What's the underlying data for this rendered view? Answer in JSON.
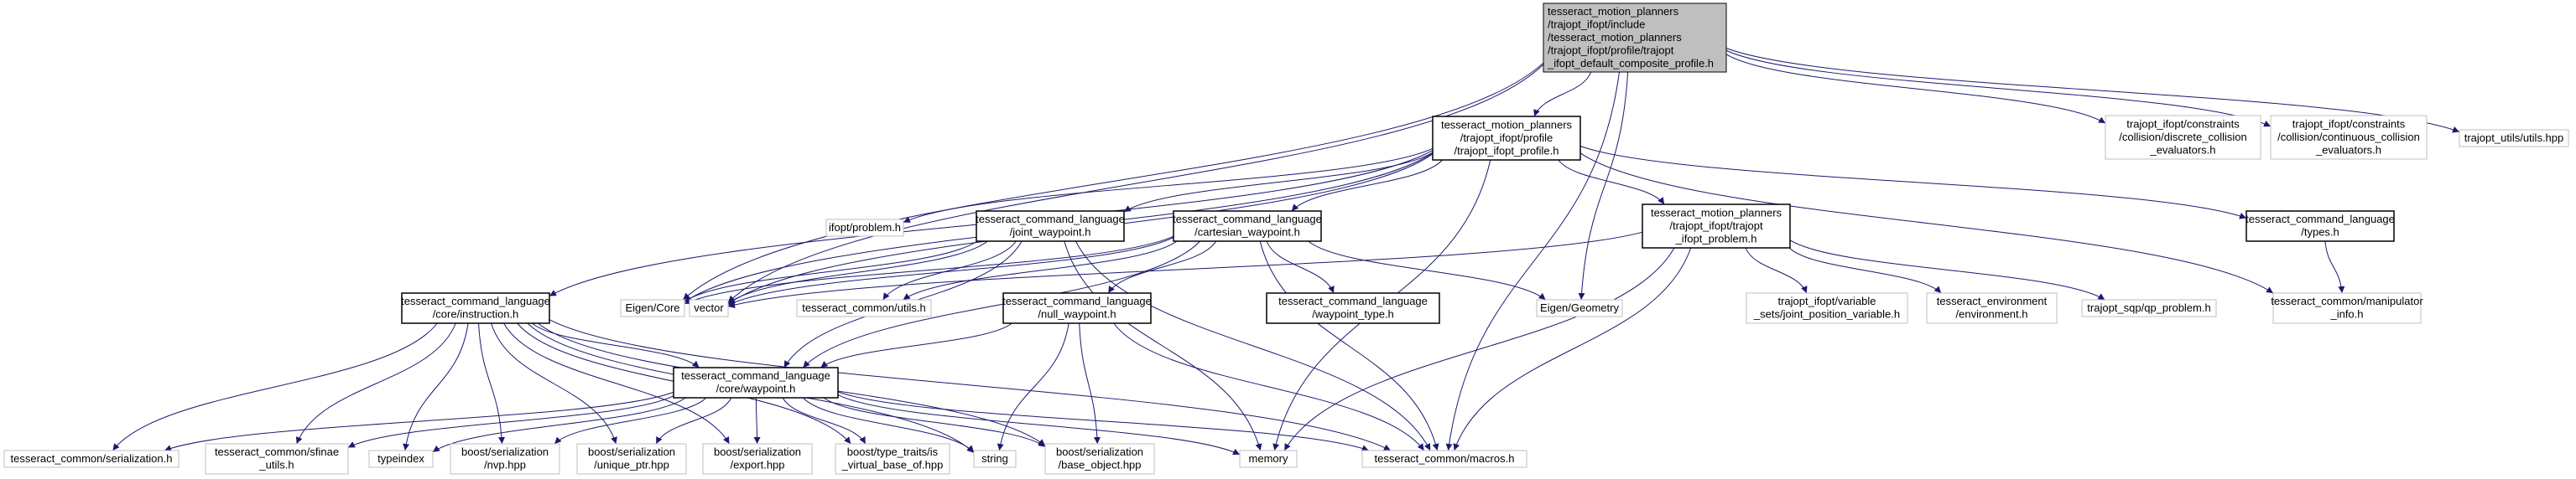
{
  "graph": {
    "colors": {
      "root_fill": "#bfbfbf",
      "node_stroke": "#000000",
      "external_stroke": "#bfbfbf",
      "edge": "#191970",
      "text": "#000000"
    },
    "nodes": [
      {
        "id": "root",
        "kind": "root",
        "lines": [
          "tesseract_motion_planners",
          "/trajopt_ifopt/include",
          "/tesseract_motion_planners",
          "/trajopt_ifopt/profile/trajopt",
          "_ifopt_default_composite_profile.h"
        ]
      },
      {
        "id": "profile",
        "kind": "local",
        "lines": [
          "tesseract_motion_planners",
          "/trajopt_ifopt/profile",
          "/trajopt_ifopt_profile.h"
        ]
      },
      {
        "id": "discrete",
        "kind": "external",
        "lines": [
          "trajopt_ifopt/constraints",
          "/collision/discrete_collision",
          "_evaluators.h"
        ]
      },
      {
        "id": "continuous",
        "kind": "external",
        "lines": [
          "trajopt_ifopt/constraints",
          "/collision/continuous_collision",
          "_evaluators.h"
        ]
      },
      {
        "id": "utils_hpp",
        "kind": "external",
        "lines": [
          "trajopt_utils/utils.hpp"
        ]
      },
      {
        "id": "problem_h",
        "kind": "external",
        "lines": [
          "ifopt/problem.h"
        ]
      },
      {
        "id": "joint_wp",
        "kind": "local",
        "lines": [
          "tesseract_command_language",
          "/joint_waypoint.h"
        ]
      },
      {
        "id": "cart_wp",
        "kind": "local",
        "lines": [
          "tesseract_command_language",
          "/cartesian_waypoint.h"
        ]
      },
      {
        "id": "trajopt_problem",
        "kind": "local",
        "lines": [
          "tesseract_motion_planners",
          "/trajopt_ifopt/trajopt",
          "_ifopt_problem.h"
        ]
      },
      {
        "id": "types_h",
        "kind": "local",
        "lines": [
          "tesseract_command_language",
          "/types.h"
        ]
      },
      {
        "id": "instruction",
        "kind": "local",
        "lines": [
          "tesseract_command_language",
          "/core/instruction.h"
        ]
      },
      {
        "id": "eigen_core",
        "kind": "external",
        "lines": [
          "Eigen/Core"
        ]
      },
      {
        "id": "vector",
        "kind": "external",
        "lines": [
          "vector"
        ]
      },
      {
        "id": "common_utils",
        "kind": "external",
        "lines": [
          "tesseract_common/utils.h"
        ]
      },
      {
        "id": "null_wp",
        "kind": "local",
        "lines": [
          "tesseract_command_language",
          "/null_waypoint.h"
        ]
      },
      {
        "id": "wp_type",
        "kind": "local",
        "lines": [
          "tesseract_command_language",
          "/waypoint_type.h"
        ]
      },
      {
        "id": "eigen_geom",
        "kind": "external",
        "lines": [
          "Eigen/Geometry"
        ]
      },
      {
        "id": "joint_pos_var",
        "kind": "external",
        "lines": [
          "trajopt_ifopt/variable",
          "_sets/joint_position_variable.h"
        ]
      },
      {
        "id": "environment",
        "kind": "external",
        "lines": [
          "tesseract_environment",
          "/environment.h"
        ]
      },
      {
        "id": "qp_problem",
        "kind": "external",
        "lines": [
          "trajopt_sqp/qp_problem.h"
        ]
      },
      {
        "id": "manip_info",
        "kind": "external",
        "lines": [
          "tesseract_common/manipulator",
          "_info.h"
        ]
      },
      {
        "id": "core_wp",
        "kind": "local",
        "lines": [
          "tesseract_command_language",
          "/core/waypoint.h"
        ]
      },
      {
        "id": "serialization",
        "kind": "external",
        "lines": [
          "tesseract_common/serialization.h"
        ]
      },
      {
        "id": "sfinae",
        "kind": "external",
        "lines": [
          "tesseract_common/sfinae",
          "_utils.h"
        ]
      },
      {
        "id": "typeindex",
        "kind": "external",
        "lines": [
          "typeindex"
        ]
      },
      {
        "id": "nvp",
        "kind": "external",
        "lines": [
          "boost/serialization",
          "/nvp.hpp"
        ]
      },
      {
        "id": "unique_ptr",
        "kind": "external",
        "lines": [
          "boost/serialization",
          "/unique_ptr.hpp"
        ]
      },
      {
        "id": "export_hpp",
        "kind": "external",
        "lines": [
          "boost/serialization",
          "/export.hpp"
        ]
      },
      {
        "id": "is_virtual",
        "kind": "external",
        "lines": [
          "boost/type_traits/is",
          "_virtual_base_of.hpp"
        ]
      },
      {
        "id": "string",
        "kind": "external",
        "lines": [
          "string"
        ]
      },
      {
        "id": "base_object",
        "kind": "external",
        "lines": [
          "boost/serialization",
          "/base_object.hpp"
        ]
      },
      {
        "id": "memory",
        "kind": "external",
        "lines": [
          "memory"
        ]
      },
      {
        "id": "macros",
        "kind": "external",
        "lines": [
          "tesseract_common/macros.h"
        ]
      }
    ],
    "edges": [
      [
        "root",
        "profile"
      ],
      [
        "root",
        "discrete"
      ],
      [
        "root",
        "continuous"
      ],
      [
        "root",
        "utils_hpp"
      ],
      [
        "root",
        "eigen_core"
      ],
      [
        "root",
        "vector"
      ],
      [
        "root",
        "eigen_geom"
      ],
      [
        "root",
        "macros"
      ],
      [
        "profile",
        "problem_h"
      ],
      [
        "profile",
        "joint_wp"
      ],
      [
        "profile",
        "cart_wp"
      ],
      [
        "profile",
        "trajopt_problem"
      ],
      [
        "profile",
        "types_h"
      ],
      [
        "profile",
        "instruction"
      ],
      [
        "profile",
        "eigen_core"
      ],
      [
        "profile",
        "vector"
      ],
      [
        "profile",
        "memory"
      ],
      [
        "profile",
        "manip_info"
      ],
      [
        "joint_wp",
        "eigen_core"
      ],
      [
        "joint_wp",
        "vector"
      ],
      [
        "joint_wp",
        "common_utils"
      ],
      [
        "joint_wp",
        "core_wp"
      ],
      [
        "joint_wp",
        "memory"
      ],
      [
        "joint_wp",
        "macros"
      ],
      [
        "cart_wp",
        "eigen_core"
      ],
      [
        "cart_wp",
        "vector"
      ],
      [
        "cart_wp",
        "common_utils"
      ],
      [
        "cart_wp",
        "null_wp"
      ],
      [
        "cart_wp",
        "wp_type"
      ],
      [
        "cart_wp",
        "eigen_geom"
      ],
      [
        "cart_wp",
        "core_wp"
      ],
      [
        "cart_wp",
        "macros"
      ],
      [
        "trajopt_problem",
        "joint_pos_var"
      ],
      [
        "trajopt_problem",
        "environment"
      ],
      [
        "trajopt_problem",
        "qp_problem"
      ],
      [
        "trajopt_problem",
        "memory"
      ],
      [
        "trajopt_problem",
        "macros"
      ],
      [
        "trajopt_problem",
        "vector"
      ],
      [
        "types_h",
        "manip_info"
      ],
      [
        "instruction",
        "core_wp"
      ],
      [
        "instruction",
        "serialization"
      ],
      [
        "instruction",
        "sfinae"
      ],
      [
        "instruction",
        "typeindex"
      ],
      [
        "instruction",
        "nvp"
      ],
      [
        "instruction",
        "unique_ptr"
      ],
      [
        "instruction",
        "export_hpp"
      ],
      [
        "instruction",
        "is_virtual"
      ],
      [
        "instruction",
        "string"
      ],
      [
        "instruction",
        "base_object"
      ],
      [
        "instruction",
        "macros"
      ],
      [
        "null_wp",
        "core_wp"
      ],
      [
        "null_wp",
        "string"
      ],
      [
        "null_wp",
        "base_object"
      ],
      [
        "null_wp",
        "macros"
      ],
      [
        "core_wp",
        "serialization"
      ],
      [
        "core_wp",
        "sfinae"
      ],
      [
        "core_wp",
        "typeindex"
      ],
      [
        "core_wp",
        "nvp"
      ],
      [
        "core_wp",
        "unique_ptr"
      ],
      [
        "core_wp",
        "export_hpp"
      ],
      [
        "core_wp",
        "is_virtual"
      ],
      [
        "core_wp",
        "string"
      ],
      [
        "core_wp",
        "base_object"
      ],
      [
        "core_wp",
        "memory"
      ],
      [
        "core_wp",
        "macros"
      ]
    ]
  }
}
